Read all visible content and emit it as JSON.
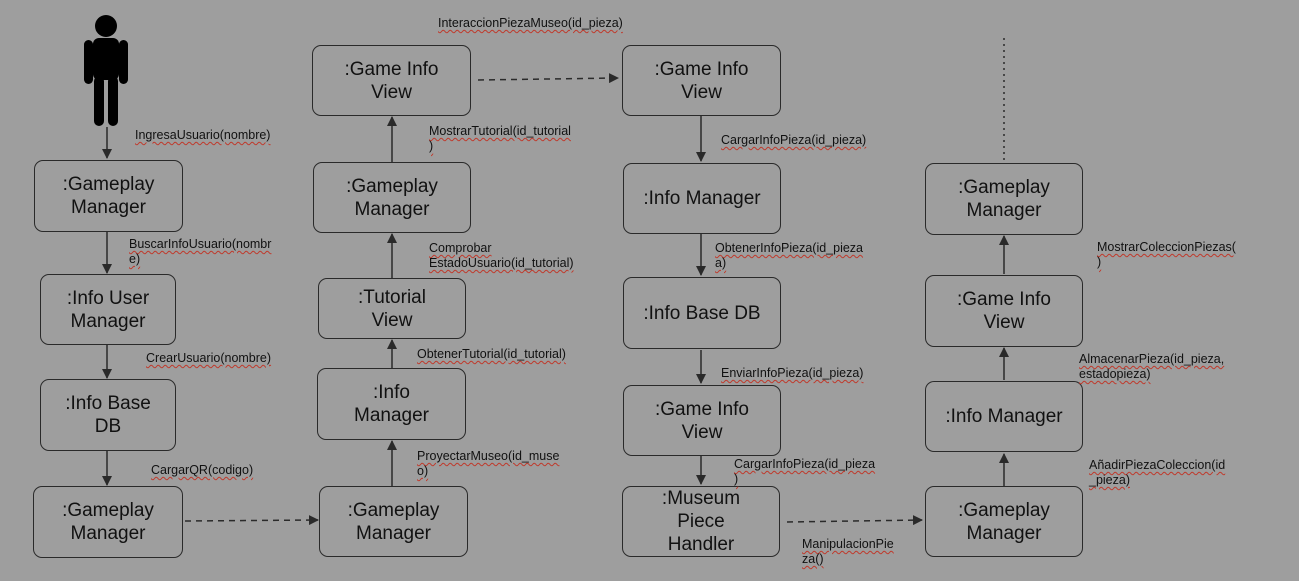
{
  "colors": {
    "background": "#9e9e9e",
    "stroke": "#2a2a2a",
    "spellcheck": "#c0392b"
  },
  "icons": {
    "actor": "user-stick-figure-icon"
  },
  "boxes": {
    "c1_gameplay_manager_1": ":Gameplay\nManager",
    "c1_info_user_manager": ":Info User\nManager",
    "c1_info_base_db": ":Info Base\nDB",
    "c1_gameplay_manager_2": ":Gameplay\nManager",
    "c2_game_info_view": ":Game Info\nView",
    "c2_gameplay_manager_1": ":Gameplay\nManager",
    "c2_tutorial_view": ":Tutorial\nView",
    "c2_info_manager": ":Info\nManager",
    "c2_gameplay_manager_2": ":Gameplay\nManager",
    "c3_game_info_view_1": ":Game Info\nView",
    "c3_info_manager": ":Info Manager",
    "c3_info_base_db": ":Info Base DB",
    "c3_game_info_view_2": ":Game Info\nView",
    "c3_museum_piece_handler": ":Museum\nPiece\nHandler",
    "c4_gameplay_manager_1": ":Gameplay\nManager",
    "c4_game_info_view": ":Game Info\nView",
    "c4_info_manager": ":Info Manager",
    "c4_gameplay_manager_2": ":Gameplay\nManager"
  },
  "messages": {
    "ingresa_usuario": "IngresaUsuario(nombre)",
    "buscar_info_usuario": "BuscarInfoUsuario(nombr\ne)",
    "crear_usuario": "CrearUsuario(nombre)",
    "cargar_qr": "CargarQR(codigo)",
    "proyectar_museo": "ProyectarMuseo(id_muse\no)",
    "obtener_tutorial": "ObtenerTutorial(id_tutorial)",
    "comprobar_estado": "Comprobar\nEstadoUsuario(id_tutorial)",
    "mostrar_tutorial": "MostrarTutorial(id_tutorial\n)",
    "interaccion_pieza": "InteraccionPiezaMuseo(id_pieza)",
    "cargar_info_pieza_1": "CargarInfoPieza(id_pieza)",
    "obtener_info_pieza": "ObtenerInfoPieza(id_pieza\na)",
    "enviar_info_pieza": "EnviarInfoPieza(id_pieza)",
    "cargar_info_pieza_2": "CargarInfoPieza(id_pieza\n)",
    "manipulacion_pieza": "ManipulacionPie\nza()",
    "anadir_pieza": "AñadirPiezaColeccion(id\n_pieza)",
    "almacenar_pieza": "AlmacenarPieza(id_pieza,\nestadopieza)",
    "mostrar_coleccion": "MostrarColeccionPiezas(\n)"
  }
}
